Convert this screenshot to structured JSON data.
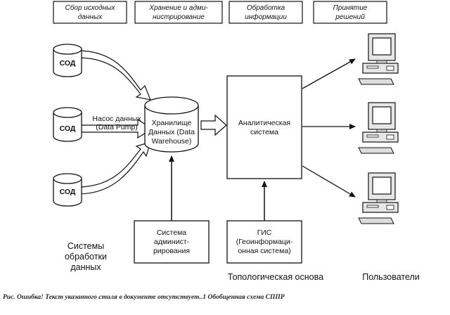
{
  "phases": [
    [
      "Сбор исходных",
      "данных"
    ],
    [
      "Хранение и адми-",
      "нистрирование"
    ],
    [
      "Обработка",
      "информации"
    ],
    [
      "Принятие",
      "решений"
    ]
  ],
  "sources": {
    "label": "СОД",
    "group_label": [
      "Системы",
      "обработки",
      "данных"
    ]
  },
  "pump": {
    "label": [
      "Насос данных",
      "(Data Pump)"
    ]
  },
  "warehouse": {
    "label": [
      "Хранилище",
      "Данных (Data",
      "Warehouse)"
    ]
  },
  "analytics": {
    "label": [
      "Аналитическая",
      "система"
    ]
  },
  "admin": {
    "label": [
      "Система",
      "админист-",
      "рирования"
    ]
  },
  "gis": {
    "label": [
      "ГИС",
      "(Геоинформаци-",
      "онная система)"
    ],
    "caption": "Топологическая основа"
  },
  "users": {
    "caption": "Пользователи"
  },
  "figure_caption": "Рис. Ошибка! Текст указанного стиля в документе отсутствует..1  Обобщенная схема СППР"
}
